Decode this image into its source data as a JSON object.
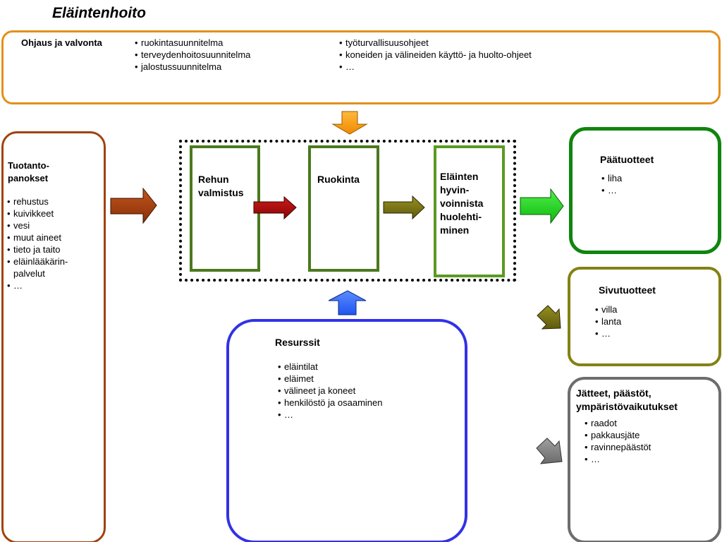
{
  "title": "Eläintenhoito",
  "control": {
    "title": "Ohjaus ja valvonta",
    "col1": [
      "ruokintasuunnitelma",
      "terveydenhoitosuunnitelma",
      "jalostussuunnitelma"
    ],
    "col2": [
      "työturvallisuusohjeet",
      "koneiden ja välineiden käyttö- ja huolto-ohjeet",
      "…"
    ]
  },
  "inputs": {
    "title": "Tuotanto-panokset",
    "items": [
      "rehustus",
      "kuivikkeet",
      "vesi",
      "muut aineet",
      "tieto ja taito",
      "eläinlääkärin-palvelut",
      "…"
    ]
  },
  "process": {
    "steps": [
      "Rehun valmistus",
      "Ruokinta",
      "Eläinten hyvin-voinnista huolehti-minen"
    ]
  },
  "main_products": {
    "title": "Päätuotteet",
    "items": [
      "liha",
      "…"
    ]
  },
  "side_products": {
    "title": "Sivutuotteet",
    "items": [
      "villa",
      "lanta",
      "…"
    ]
  },
  "waste": {
    "title": "Jätteet, päästöt, ympäristövaikutukset",
    "items": [
      "raadot",
      "pakkausjäte",
      "ravinnepäästöt",
      "…"
    ]
  },
  "resources": {
    "title": "Resurssit",
    "items": [
      "eläintilat",
      "eläimet",
      "välineet ja koneet",
      "henkilöstö ja osaaminen",
      "…"
    ]
  },
  "colors": {
    "control": "#e3901b",
    "inputs": "#a0420e",
    "process": "#4a7a1d",
    "main_products": "#10850e",
    "side_products": "#838214",
    "waste": "#6d6d6d",
    "resources": "#3232e6",
    "arrow_orange": "#ffa21a",
    "arrow_brown": "#a0380c",
    "arrow_red": "#a80d0d",
    "arrow_olive": "#7a7214",
    "arrow_green": "#22d11f",
    "arrow_blue": "#2f6bff",
    "arrow_gray": "#808080"
  }
}
